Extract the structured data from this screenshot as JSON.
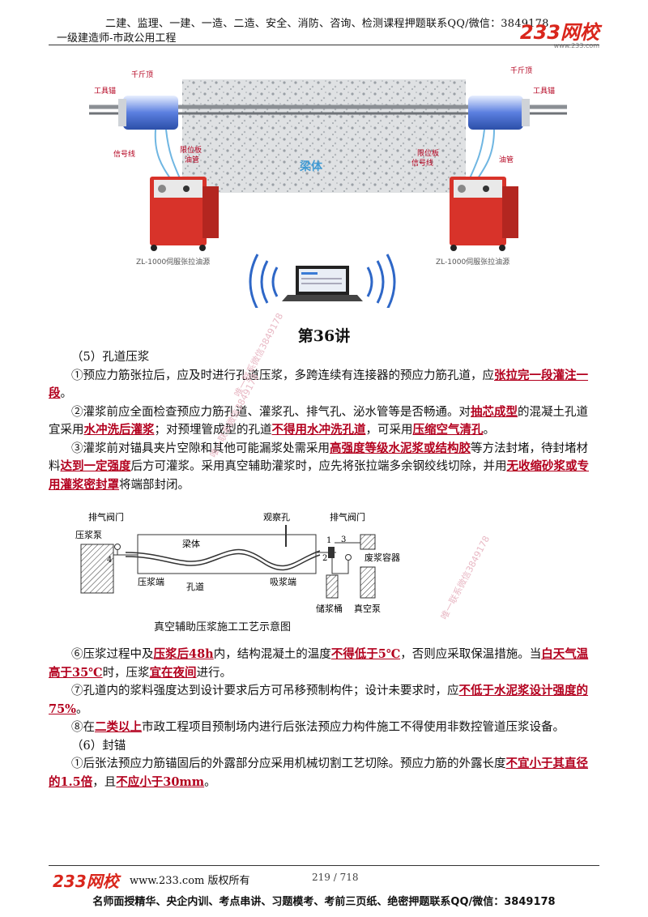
{
  "header": {
    "line1": "二建、监理、一建、一造、二造、安全、消防、咨询、检测课程押题联系QQ/微信：3849178",
    "line2": "一级建造师-市政公用工程",
    "logo": "233网校",
    "logo_sub": "www.233.com"
  },
  "figure1": {
    "labels": {
      "jack_left": "千斤顶",
      "anchor_left": "工具锚",
      "jack_right": "千斤顶",
      "anchor_right": "工具锚",
      "signal_left": "信号线",
      "limit_left": "限位板",
      "oil_left": "油管",
      "beam": "梁体",
      "limit_right": "限位板",
      "signal_right": "信号线",
      "oil_right": "油管",
      "pump_left": "ZL-1000伺服张拉油源",
      "pump_right": "ZL-1000伺服张拉油源"
    }
  },
  "lecture": "第36讲",
  "sec5": {
    "title": "（5）孔道压浆",
    "p1": [
      "①预应力筋张拉后，应及时进行孔道压浆，多跨连续有连接器的预应力筋孔道，应",
      "张拉完一段灌注一段",
      "。"
    ],
    "p2": [
      "②灌浆前应全面检查预应力筋孔道、灌浆孔、排气孔、泌水管等是否畅通。对",
      "抽芯成型",
      "的混凝土孔道宜采用",
      "水冲洗后灌浆",
      "；对预埋管成型的孔道",
      "不得用水冲洗孔道",
      "，可采用",
      "压缩空气清孔",
      "。"
    ],
    "p3": [
      "③灌浆前对锚具夹片空隙和其他可能漏浆处需采用",
      "高强度等级水泥浆或结构胶",
      "等方法封堵，待封堵材料",
      "达到一定强度",
      "后方可灌浆。采用真空辅助灌浆时，应先将张拉端多余钢绞线切除，并用",
      "无收缩砂浆或专用灌浆密封罩",
      "将端部封闭。"
    ]
  },
  "figure2": {
    "labels": {
      "vent_left": "排气阀门",
      "observe": "观察孔",
      "vent_right": "排气阀门",
      "pump": "压浆泵",
      "beam": "梁体",
      "press_end": "压浆端",
      "duct": "孔道",
      "suction_end": "吸浆端",
      "waste": "废浆容器",
      "tank": "储浆桶",
      "vacuum": "真空泵",
      "n1": "1",
      "n2": "2",
      "n3": "3",
      "n4": "4"
    },
    "caption": "真空辅助压浆施工工艺示意图"
  },
  "sec5b": {
    "p6": [
      "⑥压浆过程中及",
      "压浆后48h",
      "内，结构混凝土的温度",
      "不得低于5℃",
      "，否则应采取保温措施。当",
      "白天气温高于35℃",
      "时，压浆",
      "宜在夜间",
      "进行。"
    ],
    "p7": [
      "⑦孔道内的浆料强度达到设计要求后方可吊移预制构件；设计未要求时，应",
      "不低于水泥浆设计强度的75%",
      "。"
    ],
    "p8": [
      "⑧在",
      "二类以上",
      "市政工程项目预制场内进行后张法预应力构件施工不得使用非数控管道压浆设备。"
    ]
  },
  "sec6": {
    "title": "（6）封锚",
    "p1": [
      "①后张法预应力筋锚固后的外露部分应采用机械切割工艺切除。预应力筋的外露长度",
      "不宜小于其直径的1.5倍",
      "，且",
      "不应小于30mm",
      "。"
    ]
  },
  "watermark": [
    "唯一联系微信3849178",
    "唯一联系微信3849178",
    "唯一联系微信3849178"
  ],
  "footer": {
    "logo": "233网校",
    "site": "www.233.com 版权所有",
    "page": "219 / 718",
    "ad": "名师面授精华、央企内训、考点串讲、习题模考、考前三页纸、绝密押题联系QQ/微信：3849178"
  },
  "colors": {
    "highlight": "#b3001e",
    "brand": "#d9261c",
    "pump": "#d8332a"
  }
}
